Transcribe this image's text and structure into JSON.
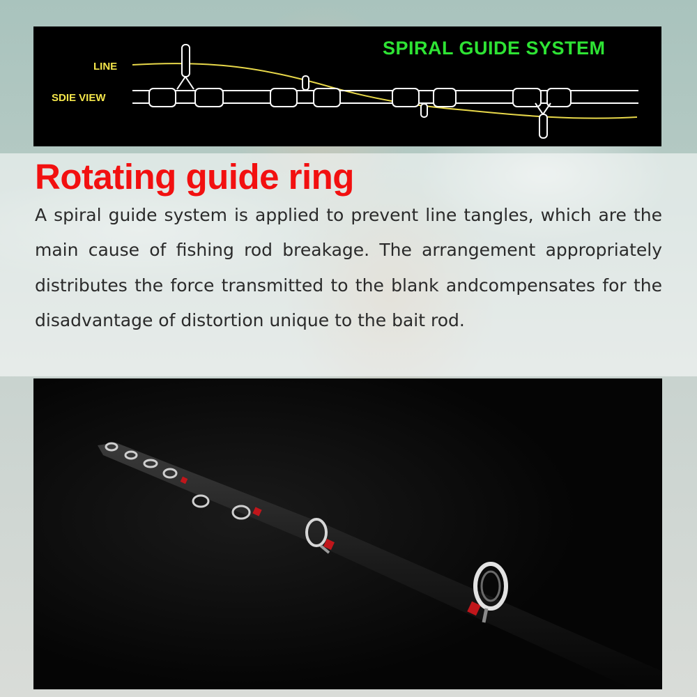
{
  "diagram": {
    "title": "SPIRAL GUIDE SYSTEM",
    "line_label": "LINE",
    "side_view_label": "SDIE VIEW",
    "colors": {
      "title": "#2ee334",
      "labels": "#f4e64b",
      "line": "#e8d84a",
      "rod": "#ffffff",
      "background": "#000000"
    }
  },
  "heading": "Rotating guide ring",
  "body": "A spiral guide system is applied to prevent line tangles, which are the main cause of fishing rod breakage. The arrangement appropriately distributes the force transmitted to the blank andcompensates for the disadvantage of distortion unique to the bait rod.",
  "colors": {
    "heading": "#f21010",
    "body": "#2a2a2a",
    "accent_wrap": "#c0161b"
  }
}
